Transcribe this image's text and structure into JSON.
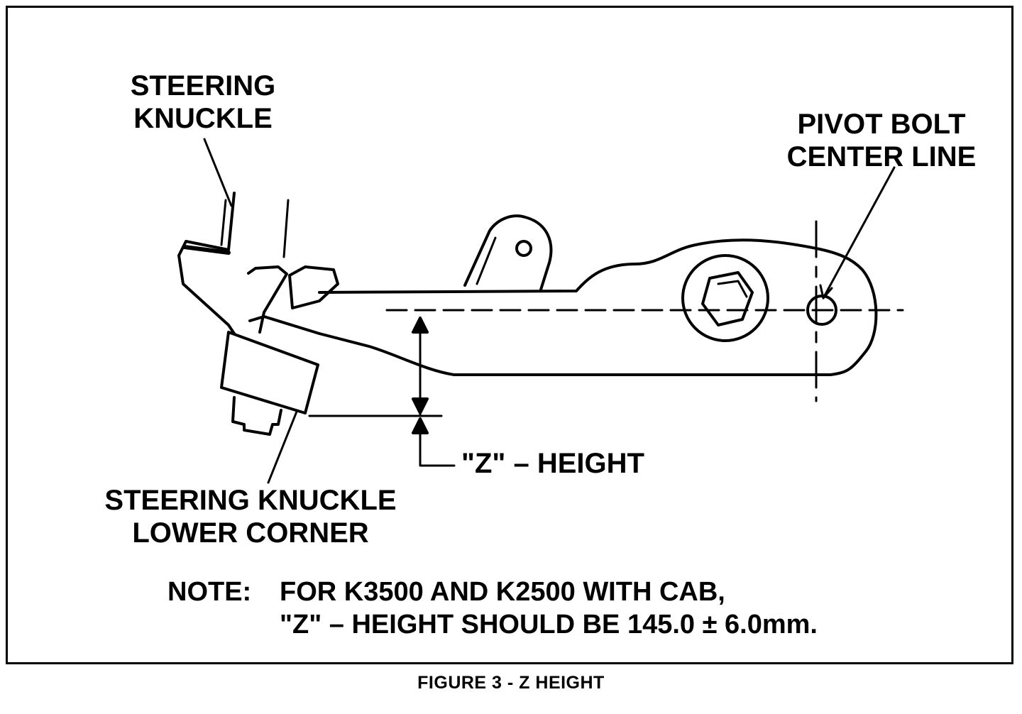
{
  "labels": {
    "steering_knuckle": [
      "STEERING",
      "KNUCKLE"
    ],
    "pivot_bolt": [
      "PIVOT BOLT",
      "CENTER LINE"
    ],
    "z_height": "\"Z\"  –  HEIGHT",
    "knuckle_lower_corner": [
      "STEERING KNUCKLE",
      "LOWER CORNER"
    ]
  },
  "note": {
    "prefix": "NOTE:",
    "line1": "FOR K3500 AND K2500 WITH CAB,",
    "line2": "\"Z\"  –  HEIGHT SHOULD BE 145.0 ± 6.0mm."
  },
  "caption": "FIGURE 3 - Z HEIGHT"
}
